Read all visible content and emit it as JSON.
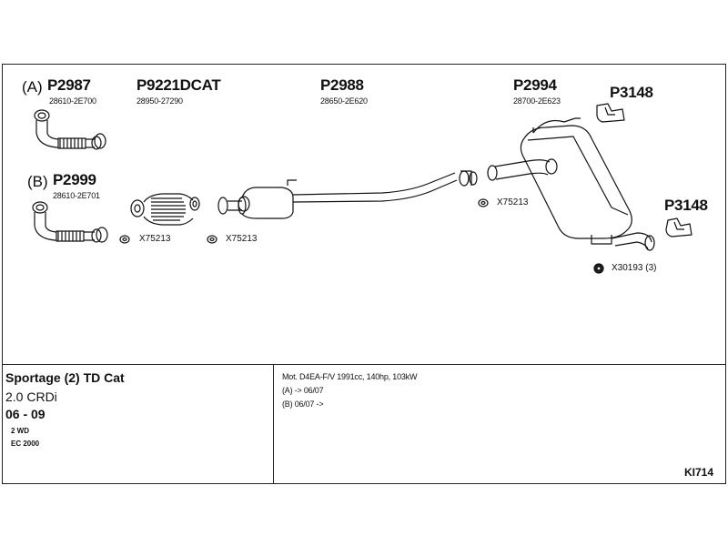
{
  "parts": {
    "p2987": {
      "variant": "(A)",
      "number": "P2987",
      "code": "28610-2E700"
    },
    "p2999": {
      "variant": "(B)",
      "number": "P2999",
      "code": "28610-2E701"
    },
    "p9221": {
      "number": "P9221DCAT",
      "code": "28950-27290"
    },
    "p2988": {
      "number": "P2988",
      "code": "28650-2E620"
    },
    "p2994": {
      "number": "P2994",
      "code": "28700-2E623"
    },
    "p3148_top": {
      "number": "P3148"
    },
    "p3148_right": {
      "number": "P3148"
    }
  },
  "clamps": {
    "c1": "X75213",
    "c2": "X75213",
    "c3": "X75213",
    "rubber": "X30193 (3)"
  },
  "vehicle": {
    "model": "Sportage (2) TD Cat",
    "engine": "2.0 CRDi",
    "years": "06 - 09",
    "drive": "2 WD",
    "emission": "EC 2000"
  },
  "specs": {
    "motor": "Mot. D4EA-F/V 1991cc, 140hp, 103kW",
    "variant_a": "(A) -> 06/07",
    "variant_b": "(B) 06/07 ->"
  },
  "diagram_id": "KI714"
}
